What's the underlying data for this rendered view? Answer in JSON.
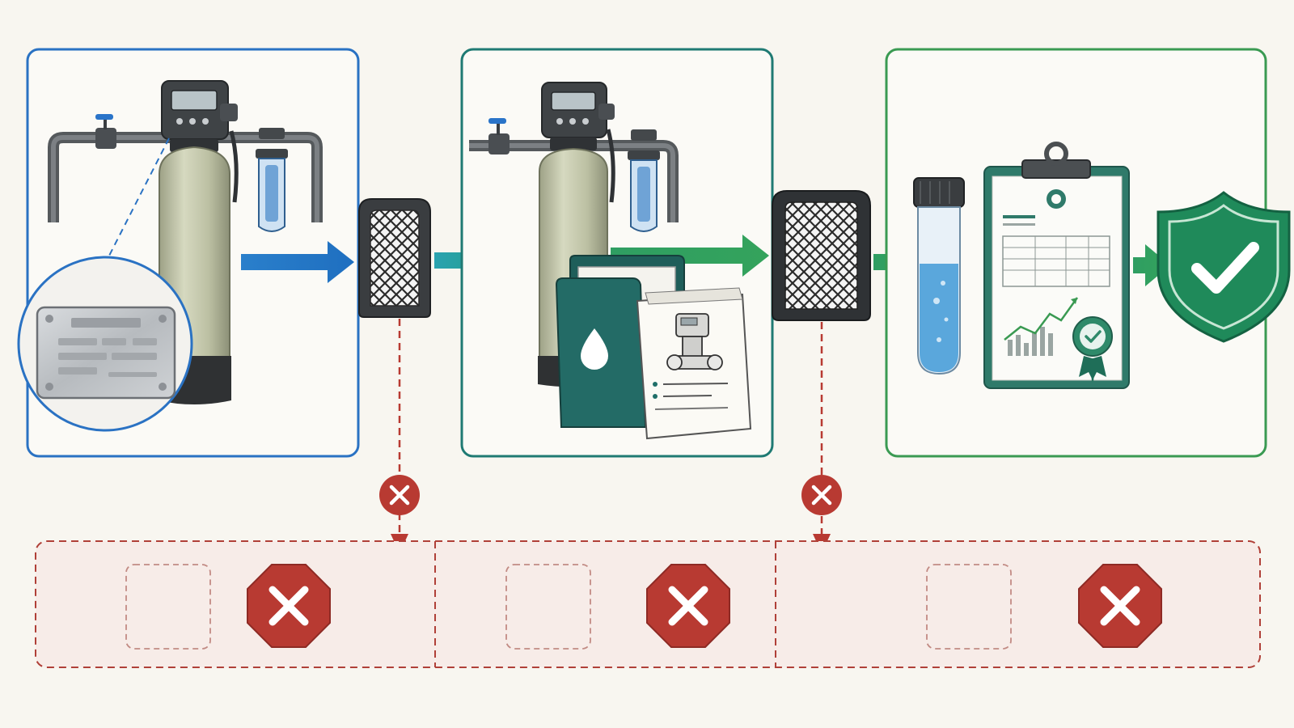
{
  "colors": {
    "background": "#f8f6f0",
    "stage1_border": "#2a72c3",
    "stage2_border": "#1f7a73",
    "stage3_border": "#3a9a52",
    "arrow_blue": "#2a7fcb",
    "arrow_teal": "#1f9a8a",
    "arrow_green": "#34a35c",
    "reject_red": "#b83a32",
    "reject_zone_fill": "#f7ece8",
    "shield_green": "#1f8a5a",
    "tank_green": "#c5c9ad",
    "binder_teal": "#236b66",
    "sample_water": "#5aa7dc"
  },
  "stages": [
    {
      "id": "stage-1",
      "icons": [
        "water-softener-icon",
        "filter-housing-icon",
        "serial-plate-icon"
      ]
    },
    {
      "id": "stage-2",
      "icons": [
        "water-softener-icon",
        "filter-housing-icon",
        "manual-binder-icon",
        "open-manual-icon"
      ]
    },
    {
      "id": "stage-3",
      "icons": [
        "water-sample-vial-icon",
        "test-report-clipboard-icon",
        "certified-shield-icon"
      ]
    }
  ],
  "gates": [
    {
      "id": "gate-1",
      "icon": "mesh-filter-gate-icon",
      "reject_icon": "x-circle-icon"
    },
    {
      "id": "gate-2",
      "icon": "mesh-filter-gate-icon",
      "reject_icon": "x-circle-icon"
    }
  ],
  "reject_zone": {
    "segments": [
      {
        "id": "reject-1",
        "icons": [
          "empty-slot-icon",
          "stop-x-icon"
        ]
      },
      {
        "id": "reject-2",
        "icons": [
          "empty-slot-icon",
          "stop-x-icon"
        ]
      },
      {
        "id": "reject-3",
        "icons": [
          "empty-slot-icon",
          "stop-x-icon"
        ]
      }
    ]
  }
}
